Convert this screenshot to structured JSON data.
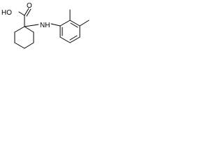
{
  "labels": {
    "acid": "HO",
    "carbonyl_o": "O",
    "amine": "NH"
  },
  "colors": {
    "ink": "#000000",
    "background": "#ffffff"
  }
}
